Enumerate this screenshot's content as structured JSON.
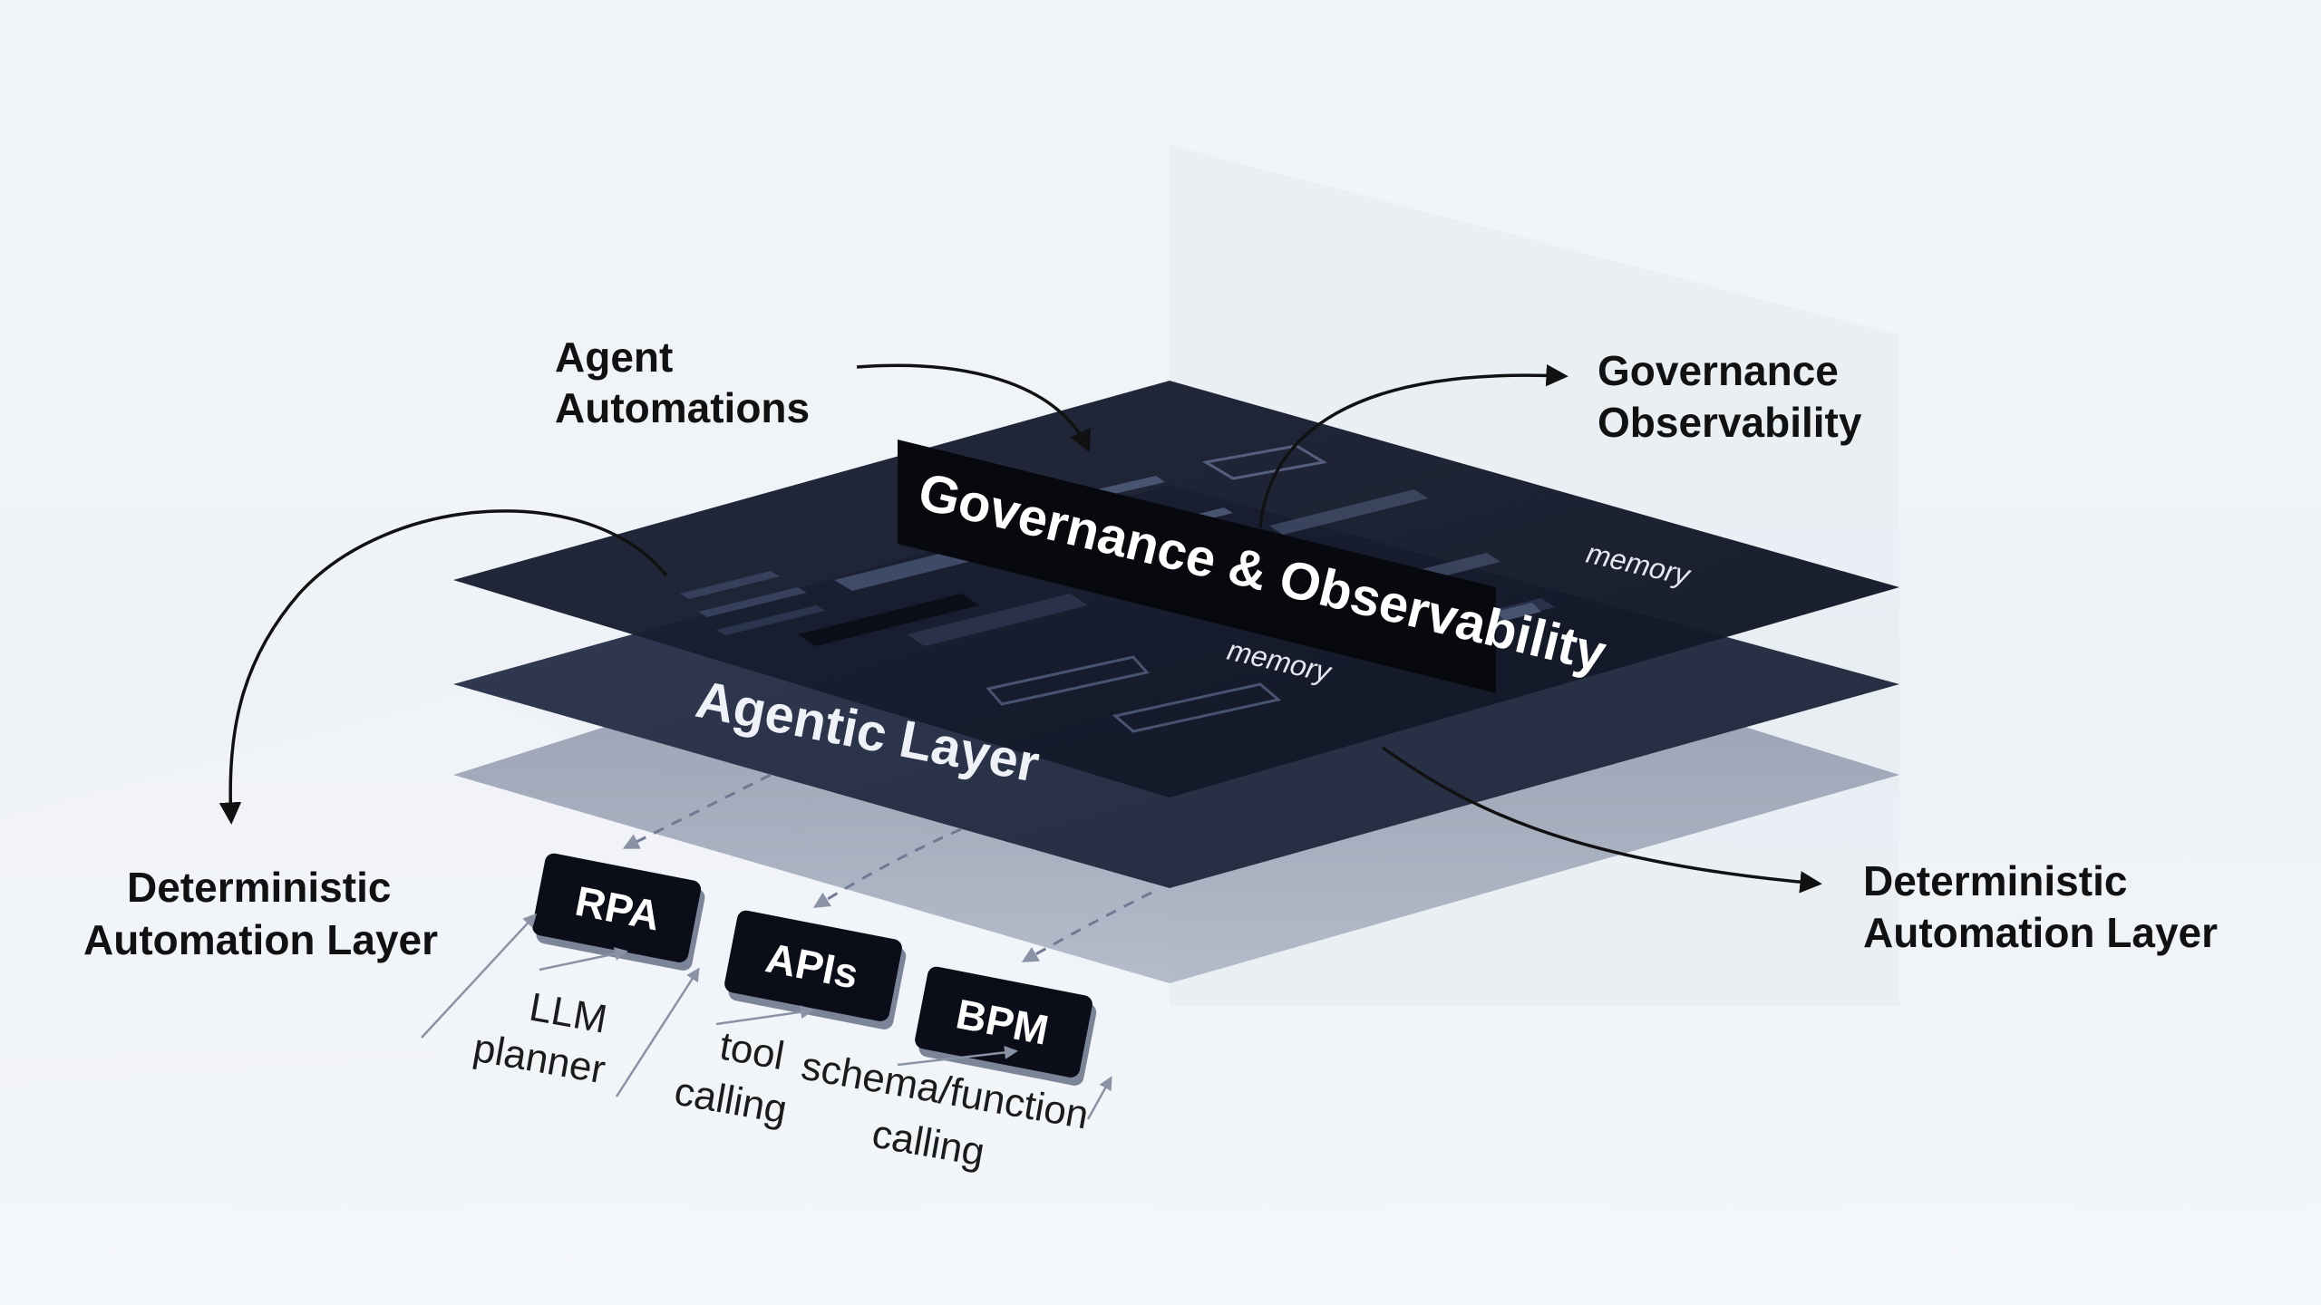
{
  "callouts": {
    "agent_automations": [
      "Agent",
      "Automations"
    ],
    "governance_observability": [
      "Governance",
      "Observability"
    ],
    "deterministic_left": [
      "Deterministic",
      "Automation Layer"
    ],
    "deterministic_right": [
      "Deterministic",
      "Automation Layer"
    ]
  },
  "layers": {
    "top_banner": "Governance & Observability",
    "middle_label": "Agentic Layer",
    "memory_tags": [
      "memory",
      "memory"
    ]
  },
  "boxes": {
    "rpa": "RPA",
    "apis": "APIs",
    "bpm": "BPM"
  },
  "annotations": {
    "llm_planner": [
      "LLM",
      "planner"
    ],
    "tool_calling": [
      "tool",
      "calling"
    ],
    "schema_function": [
      "schema/function",
      "calling"
    ]
  },
  "colors": {
    "top_plane": "#161c2b",
    "middle_plane": "#2a3248",
    "bottom_plane": "#8f98ad",
    "box": "#0b0e18",
    "arrow": "#111111"
  }
}
